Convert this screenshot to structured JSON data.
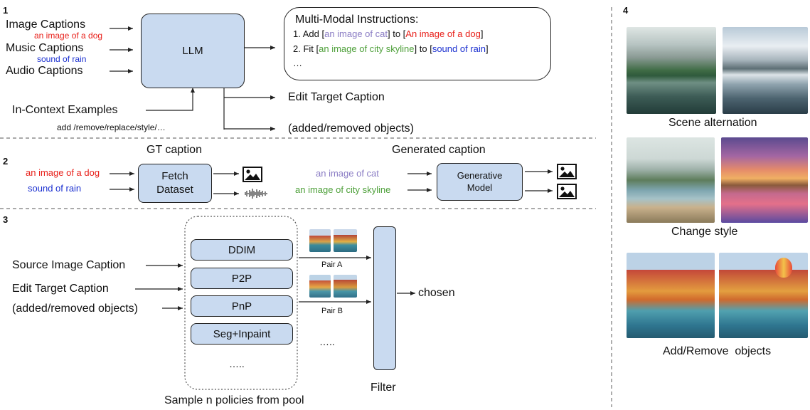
{
  "colors": {
    "red": "#e8201a",
    "blue": "#1a2fd0",
    "purple": "#8a7cc4",
    "green": "#4ea03a",
    "box_fill": "#c9daf0"
  },
  "section1": {
    "number": "1",
    "inputs": [
      "Image Captions",
      "Music Captions",
      "Audio Captions"
    ],
    "input_examples": [
      "an image of a dog",
      "sound of rain"
    ],
    "llm": "LLM",
    "incontext": "In-Context Examples",
    "incontext_sub": "add /remove/replace/style/…",
    "instructions": {
      "title": "Multi-Modal Instructions:",
      "line1": {
        "p1": "1. Add [",
        "p2": "an image of cat",
        "p3": "] to [",
        "p4": "An image of a dog",
        "p5": "]"
      },
      "line2": {
        "p1": "2. Fit [",
        "p2": "an image of city skyline",
        "p3": "] to [",
        "p4": "sound of rain",
        "p5": "]"
      },
      "line3": "…"
    },
    "edit_target": "Edit Target Caption",
    "added_removed": "(added/removed objects)"
  },
  "section2": {
    "number": "2",
    "gt_caption": "GT caption",
    "generated_caption": "Generated caption",
    "gt_inputs": [
      "an image of a dog",
      "sound of rain"
    ],
    "fetch": [
      "Fetch",
      "Dataset"
    ],
    "gen_inputs": [
      "an image of cat",
      "an image of city skyline"
    ],
    "gen_model": [
      "Generative",
      "Model"
    ],
    "icons": [
      "image-icon",
      "audio-waveform-icon"
    ]
  },
  "section3": {
    "number": "3",
    "inputs": [
      "Source Image Caption",
      "Edit Target Caption",
      "(added/removed objects)"
    ],
    "policies": [
      "DDIM",
      "P2P",
      "PnP",
      "Seg+Inpaint",
      "….."
    ],
    "pairs": [
      "Pair A",
      "Pair B"
    ],
    "more": "…..",
    "filter": "Filter",
    "chosen": "chosen",
    "pool_caption": "Sample n policies from pool"
  },
  "section4": {
    "number": "4",
    "captions": [
      "Scene alternation",
      "Change style",
      "Add/Remove  objects"
    ]
  }
}
